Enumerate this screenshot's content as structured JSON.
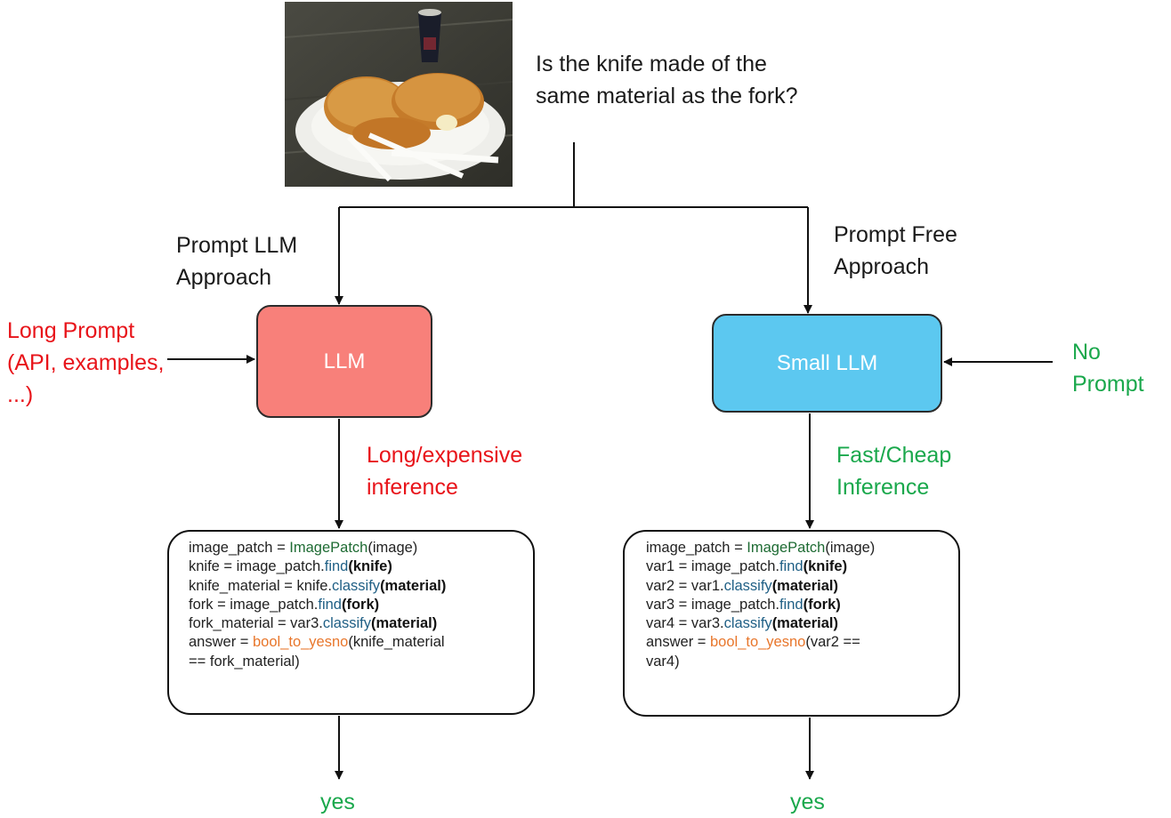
{
  "question": "Is the knife made of the same material as the fork?",
  "left": {
    "approach_label": "Prompt LLM Approach",
    "input_label": "Long Prompt (API, examples, ...)",
    "model_label": "LLM",
    "inference_label": "Long/expensive inference",
    "code_lines": [
      [
        {
          "t": "image_patch = ",
          "c": ""
        },
        {
          "t": "ImagePatch",
          "c": "cls"
        },
        {
          "t": "(image)",
          "c": ""
        }
      ],
      [
        {
          "t": "knife = image_patch.",
          "c": ""
        },
        {
          "t": "find",
          "c": "fn"
        },
        {
          "t": "(knife)",
          "c": "b"
        }
      ],
      [
        {
          "t": "knife_material = knife.",
          "c": ""
        },
        {
          "t": "classify",
          "c": "fn"
        },
        {
          "t": "(material)",
          "c": "b"
        }
      ],
      [
        {
          "t": "fork = image_patch.",
          "c": ""
        },
        {
          "t": "find",
          "c": "fn"
        },
        {
          "t": "(fork)",
          "c": "b"
        }
      ],
      [
        {
          "t": "fork_material = var3.",
          "c": ""
        },
        {
          "t": "classify",
          "c": "fn"
        },
        {
          "t": "(material)",
          "c": "b"
        }
      ],
      [
        {
          "t": "answer = ",
          "c": ""
        },
        {
          "t": "bool_to_yesno",
          "c": "org"
        },
        {
          "t": "(knife_material",
          "c": ""
        }
      ],
      [
        {
          "t": "== fork_material)",
          "c": ""
        }
      ]
    ],
    "output": "yes"
  },
  "right": {
    "approach_label": "Prompt Free Approach",
    "input_label": "No Prompt",
    "model_label": "Small LLM",
    "inference_label": "Fast/Cheap Inference",
    "code_lines": [
      [
        {
          "t": "image_patch = ",
          "c": ""
        },
        {
          "t": "ImagePatch",
          "c": "cls"
        },
        {
          "t": "(image)",
          "c": ""
        }
      ],
      [
        {
          "t": "var1 = image_patch.",
          "c": ""
        },
        {
          "t": "find",
          "c": "fn"
        },
        {
          "t": "(knife)",
          "c": "b"
        }
      ],
      [
        {
          "t": "var2 = var1.",
          "c": ""
        },
        {
          "t": "classify",
          "c": "fn"
        },
        {
          "t": "(material)",
          "c": "b"
        }
      ],
      [
        {
          "t": "var3 = image_patch.",
          "c": ""
        },
        {
          "t": "find",
          "c": "fn"
        },
        {
          "t": "(fork)",
          "c": "b"
        }
      ],
      [
        {
          "t": "var4 = var3.",
          "c": ""
        },
        {
          "t": "classify",
          "c": "fn"
        },
        {
          "t": "(material)",
          "c": "b"
        }
      ],
      [
        {
          "t": "answer = ",
          "c": ""
        },
        {
          "t": "bool_to_yesno",
          "c": "org"
        },
        {
          "t": "(var2 ==",
          "c": ""
        }
      ],
      [
        {
          "t": "var4)",
          "c": ""
        }
      ]
    ],
    "output": "yes"
  },
  "colors": {
    "llm_box": "#f8807a",
    "small_llm_box": "#5cc8f0",
    "red_text": "#e8141a",
    "green_text": "#1aa84c",
    "class": "#1e6b33",
    "function": "#1f5f85",
    "helper": "#e8762b"
  }
}
